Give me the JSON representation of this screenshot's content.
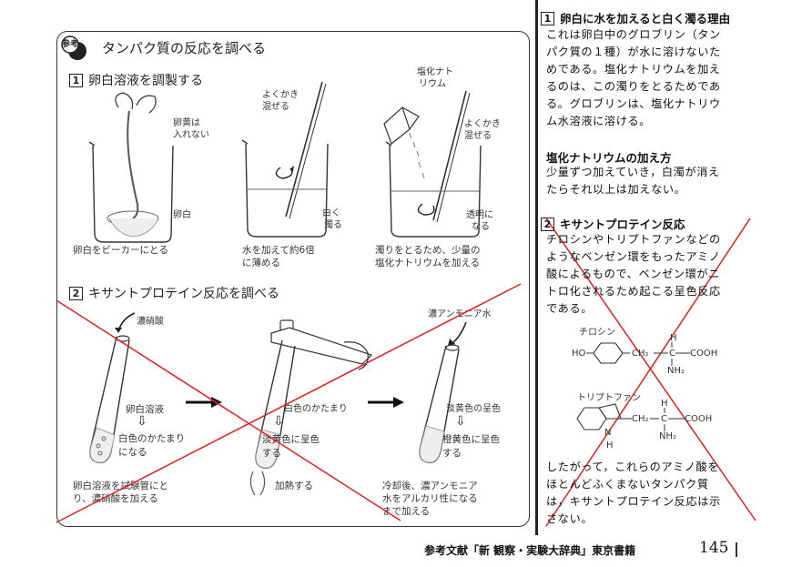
{
  "panel": {
    "badge_label": "参考",
    "title": "タンパク質の反応を調べる",
    "section1": {
      "number": "1",
      "title": "卵白溶液を調製する",
      "steps": [
        {
          "labels": [
            "卵黄は",
            "入れない",
            "卵白"
          ],
          "caption": [
            "卵白をビーカーにとる"
          ]
        },
        {
          "labels": [
            "よくかき",
            "混ぜる",
            "白く",
            "濁る"
          ],
          "caption": [
            "水を加えて約6倍",
            "に薄める"
          ]
        },
        {
          "labels": [
            "塩化ナト",
            "リウム",
            "よくかき",
            "混ぜる",
            "透明に",
            "なる"
          ],
          "caption": [
            "濁りをとるため、少量の",
            "塩化ナトリウムを加える"
          ]
        }
      ]
    },
    "section2": {
      "number": "2",
      "title": "キサントプロテイン反応を調べる",
      "steps": [
        {
          "labels": [
            "濃硝酸",
            "卵白溶液",
            "白色のかたまり",
            "になる"
          ],
          "caption": [
            "卵白溶液を試験管にと",
            "り、濃硝酸を加える"
          ]
        },
        {
          "labels": [
            "白色のかたまり",
            "淡黄色に呈色",
            "する"
          ],
          "caption": [
            "加熱する"
          ]
        },
        {
          "labels": [
            "濃アンモニア水",
            "淡黄色の呈色",
            "橙黄色に呈色",
            "する"
          ],
          "caption": [
            "冷却後、濃アンモニア",
            "水をアルカリ性になる",
            "まで加える"
          ]
        }
      ],
      "arrow_glyph": "⇩"
    }
  },
  "right": {
    "note1": {
      "number": "1",
      "title": "卵白に水を加えると白く濁る理由",
      "body": [
        "これは卵白中のグロブリン（タン",
        "パク質の１種）が水に溶けないた",
        "めである。塩化ナトリウムを加え",
        "るのは、この濁りをとるためであ",
        "る。グロブリンは、塩化ナトリウ",
        "ム水溶液に溶ける。"
      ]
    },
    "note2": {
      "title": "塩化ナトリウムの加え方",
      "body": [
        "少量ずつ加えていき，白濁が消え",
        "たらそれ以上は加えない。"
      ]
    },
    "note3": {
      "number": "2",
      "title": "キサントプロテイン反応",
      "body": [
        "チロシンやトリプトファンなどの",
        "ようなベンゼン環をもったアミノ",
        "酸によるもので、ベンゼン環がニ",
        "トロ化されるため起こる呈色反応",
        "である。"
      ],
      "chem1": {
        "name": "チロシン",
        "left": "HO",
        "mid": "CH₂",
        "center": "C",
        "top": "H",
        "bottom": "NH₂",
        "right": "COOH"
      },
      "chem2": {
        "name": "トリプトファン",
        "mid": "CH₂",
        "center": "C",
        "top": "H",
        "bottom": "NH₂",
        "right": "COOH",
        "ring_n": "N",
        "ring_h": "H"
      },
      "conclusion": [
        "したがって，これらのアミノ酸を",
        "ほとんどふくまないタンパク質",
        "は，キサントプロテイン反応は示",
        "さない。"
      ]
    }
  },
  "footer": {
    "reference": "参考文献「新 観察・実験大辞典」東京書籍",
    "page_number": "145"
  },
  "colors": {
    "strike": "#e02020",
    "ink": "#222222"
  }
}
